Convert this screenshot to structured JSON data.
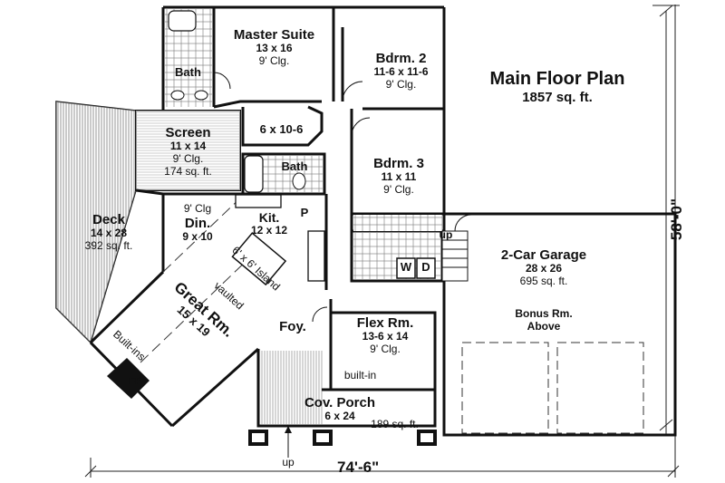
{
  "title": {
    "name": "Main Floor Plan",
    "area": "1857 sq. ft."
  },
  "rooms": {
    "master_suite": {
      "name": "Master Suite",
      "size": "13 x 16",
      "ceiling": "9' Clg."
    },
    "bdrm2": {
      "name": "Bdrm. 2",
      "size": "11-6 x 11-6",
      "ceiling": "9' Clg."
    },
    "bdrm3": {
      "name": "Bdrm. 3",
      "size": "11 x 11",
      "ceiling": "9' Clg."
    },
    "bath_master": {
      "name": "Bath"
    },
    "bath_hall": {
      "name": "Bath"
    },
    "closet": {
      "size": "6 x 10-6"
    },
    "screen": {
      "name": "Screen",
      "size": "11 x 14",
      "ceiling": "9' Clg.",
      "area": "174 sq. ft."
    },
    "deck": {
      "name": "Deck",
      "size": "14 x 28",
      "area": "392 sq. ft."
    },
    "dining": {
      "ceiling": "9' Clg",
      "name": "Din.",
      "size": "9 x 10"
    },
    "kitchen": {
      "name": "Kit.",
      "size": "12 x 12",
      "pantry": "P"
    },
    "island": {
      "label": "6' x 6' Island"
    },
    "great_room": {
      "name": "Great Rm.",
      "size": "15 x 19",
      "note": "vaulted"
    },
    "builtins_left": {
      "label": "Built-ins"
    },
    "fireplace": {
      "label": "FP"
    },
    "foyer": {
      "name": "Foy."
    },
    "flex": {
      "name": "Flex Rm.",
      "size": "13-6 x 14",
      "ceiling": "9' Clg."
    },
    "builtin_flex": {
      "label": "built-in"
    },
    "porch": {
      "name": "Cov. Porch",
      "size": "6 x 24",
      "area": "189 sq. ft."
    },
    "laundry": {
      "washer": "W",
      "dryer": "D"
    },
    "garage": {
      "name": "2-Car Garage",
      "size": "28 x 26",
      "area": "695 sq. ft.",
      "note1": "Bonus Rm.",
      "note2": "Above"
    }
  },
  "stairs": {
    "up_garage": "up",
    "up_porch": "up"
  },
  "dimensions": {
    "width": "74'-6\"",
    "depth": "58'-0\""
  }
}
